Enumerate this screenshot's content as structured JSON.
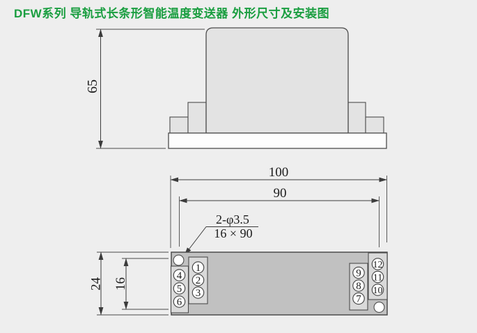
{
  "title": "DFW系列 导轨式长条形智能温度变送器 外形尺寸及安装图",
  "colors": {
    "background": "#eeeeee",
    "title_green": "#1a9e40",
    "side_body_fill": "#e3e3e3",
    "base_plate_fill": "#fdfdfd",
    "top_body_fill": "#c1c1c1",
    "terminal_block_fill": "#dadada",
    "hole_fill": "#ffffff"
  },
  "side_view": {
    "height_dim": "65"
  },
  "top_view": {
    "overall_width_dim": "100",
    "hole_span_dim": "90",
    "overall_height_dim": "24",
    "hole_offset_dim": "16",
    "hole_note_top": "2-φ3.5",
    "hole_note_bottom": "16 × 90"
  },
  "terminals": {
    "left_outer": [
      "4",
      "5",
      "6"
    ],
    "left_inner": [
      "1",
      "2",
      "3"
    ],
    "right_inner": [
      "9",
      "8",
      "7"
    ],
    "right_outer": [
      "12",
      "11",
      "10"
    ]
  }
}
